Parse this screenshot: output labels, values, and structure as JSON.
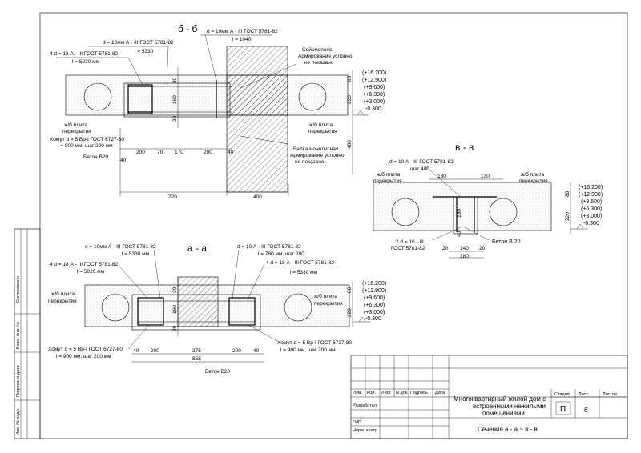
{
  "sections": {
    "bb": {
      "title": "б - б",
      "rebar_d10": "d = 10мм А - III ГОСТ 5781-82",
      "rebar_d10_len": "l = 5330",
      "rebar_d10_top": "d = 10мм А - III ГОСТ 5781-82",
      "rebar_d10_top_len": "l = 1040",
      "rebar_d18": "4 d = 18 А - III ГОСТ 5781-82",
      "rebar_d18_len": "l = 5020 мм",
      "seismic": "Сейсмопояс.",
      "seismic_note": "Армирование условно",
      "seismic_note2": "не показано",
      "slab_left": "ж/б плита",
      "slab_left2": "перекрытия",
      "slab_right": "ж/б плита",
      "slab_right2": "перекрытия",
      "clamp": "Хомут d = 5 Вр-I ГОСТ 6727-80",
      "clamp2": "l = 900 мм, шаг 200 мм",
      "concrete": "Бетон В20",
      "beam": "Балка монолитная",
      "beam_note": "Армирование условно",
      "beam_note2": "не показано",
      "dims": [
        "200",
        "70",
        "170",
        "200",
        "40",
        "40"
      ],
      "dim_720": "720",
      "dim_400": "400",
      "v30a": "30",
      "v160": "160",
      "v30b": "30",
      "v80": "80",
      "v220": "220",
      "v400": "400",
      "levels": [
        "(+16.200)",
        "(+12.900)",
        "(+9.600)",
        "(+6.300)",
        "(+3.000)",
        "-0.300"
      ]
    },
    "vv": {
      "title": "в - в",
      "rebar": "d = 10 А - III ГОСТ 5781-82",
      "step": "шаг 400",
      "slab_left": "ж/б плита",
      "slab_left2": "перекрытия",
      "slab_right": "ж/б плита",
      "slab_right2": "перекрытия",
      "d130a": "130",
      "d130b": "130",
      "rebar2": "2 d = 10 - III",
      "rebar2b": "ГОСТ 5781-82",
      "concrete": "Бетон В 20",
      "d20a": "20",
      "d140": "140",
      "d20b": "20",
      "d180": "180",
      "v80": "80",
      "v220": "220",
      "v180": "180",
      "v40": "40",
      "levels": [
        "(+16.200)",
        "(+12.900)",
        "(+9.600)",
        "(+6.300)",
        "(+3.000)",
        "-0.300"
      ]
    },
    "aa": {
      "title": "а - а",
      "rebar_l": "d = 10мм А - III ГОСТ 5781-82",
      "rebar_l_len": "l = 5330 мм",
      "rebar_r": "d = 10 А - III ГОСТ 5781-82",
      "rebar_r_len": "l = 780 мм, шаг 200",
      "rebar_d18_l": "4 d = 18 А - III ГОСТ 5781-82",
      "rebar_d18_l_len": "l = 5020 мм",
      "rebar_d18_r": "4 d = 18 А - III ГОСТ 5781-82",
      "rebar_d18_r_len": "l = 5330 мм",
      "slab_left": "ж/б плита",
      "slab_left2": "перекрытия",
      "slab_right": "ж/б плита",
      "slab_right2": "перекрытия",
      "clamp_l": "Хомут d = 5 Вр-I ГОСТ 6727-80",
      "clamp_l2": "l = 900 мм, шаг 200 мм",
      "clamp_r": "Хомут d = 5 Вр-I ГОСТ 6727-80",
      "clamp_r2": "l = 900 мм, шаг 200 мм",
      "concrete": "Бетон В20",
      "dims": [
        "40",
        "200",
        "375",
        "200",
        "40"
      ],
      "dim_855": "855",
      "v30a": "30",
      "v160": "160",
      "v30b": "30",
      "v80": "80",
      "v220": "220",
      "levels": [
        "(+16.200)",
        "(+12.900)",
        "(+9.600)",
        "(+6.300)",
        "(+3.000)",
        "-0.300"
      ]
    }
  },
  "side_stamp": [
    "Согласовано",
    "Взам. инв. №",
    "Подпись и дата",
    "Инв. № подл."
  ],
  "title_block": {
    "cols": [
      "Изм.",
      "Кол.",
      "Лист",
      "N док.",
      "Подпись",
      "Дата"
    ],
    "roles": [
      "Разработал",
      "ГИП",
      "Норм. контр."
    ],
    "project": "Многоквартирный жилой дом с встроенными нежилыми помещениями",
    "sheet_title": "Сечения а - а ~ в - в",
    "stage_label": "Стадия",
    "sheet_label": "Лист",
    "sheets_label": "Листов",
    "stage": "П",
    "sheet": "6"
  }
}
